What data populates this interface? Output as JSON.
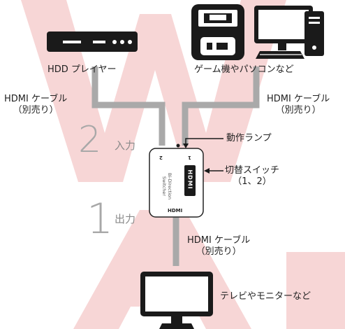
{
  "devices": {
    "hdd_player": "HDD プレイヤー",
    "game_pc": "ゲーム機やパソコンなど",
    "tv": "テレビやモニターなど"
  },
  "cables": {
    "left": {
      "line1": "HDMI ケーブル",
      "line2": "（別売り）"
    },
    "right": {
      "line1": "HDMI ケーブル",
      "line2": "（別売り）"
    },
    "bottom": {
      "line1": "HDMI ケーブル",
      "line2": "（別売り）"
    }
  },
  "inputs": {
    "number": "2",
    "label": "入力"
  },
  "outputs": {
    "number": "1",
    "label": "出力"
  },
  "switch": {
    "port_2": "2",
    "port_1": "1",
    "name_line1": "Bi-Direction",
    "name_line2": "Switcher",
    "brand": "HDMI",
    "hdmi_logo": "HDMI"
  },
  "callouts": {
    "lamp": "動作ランプ",
    "switch_line1": "切替スイッチ",
    "switch_line2": "（1、2）"
  },
  "colors": {
    "watermark": "#f7d6d6",
    "cable": "#a9a9a9",
    "device": "#1a1a1a",
    "text": "#222222"
  }
}
